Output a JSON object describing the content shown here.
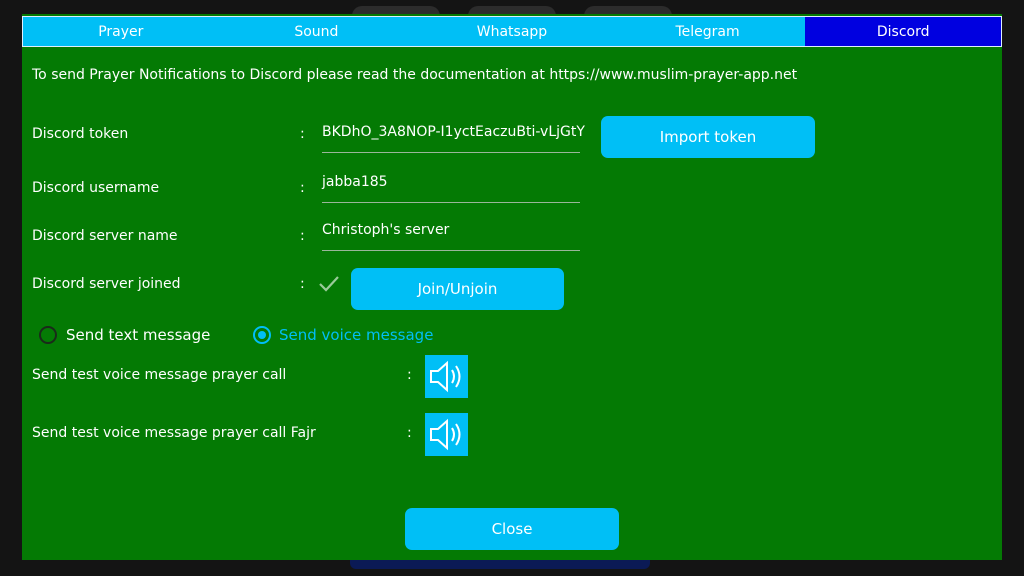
{
  "tabs": [
    {
      "label": "Prayer",
      "active": false
    },
    {
      "label": "Sound",
      "active": false
    },
    {
      "label": "Whatsapp",
      "active": false
    },
    {
      "label": "Telegram",
      "active": false
    },
    {
      "label": "Discord",
      "active": true
    }
  ],
  "intro": "To send Prayer Notifications to Discord please read the documentation at https://www.muslim-prayer-app.net",
  "form": {
    "token_label": "Discord token",
    "token_value": "BKDhO_3A8NOP-I1yctEaczuBti-vLjGtY",
    "import_button": "Import token",
    "username_label": "Discord username",
    "username_value": "jabba185",
    "server_label": "Discord server name",
    "server_value": "Christoph's server",
    "joined_label": "Discord server joined",
    "joined_checked": true,
    "join_button": "Join/Unjoin",
    "separator": ":"
  },
  "message_type": {
    "text_label": "Send text message",
    "voice_label": "Send voice message",
    "selected": "voice"
  },
  "tests": {
    "prayer_call_label": "Send test voice message prayer call",
    "fajr_label": "Send test voice message prayer call Fajr",
    "icon": "speaker-icon"
  },
  "close_button": "Close",
  "colors": {
    "panel_bg": "#047a04",
    "accent": "#00bff6",
    "active_tab": "#0000e0",
    "backdrop": "#141414"
  }
}
